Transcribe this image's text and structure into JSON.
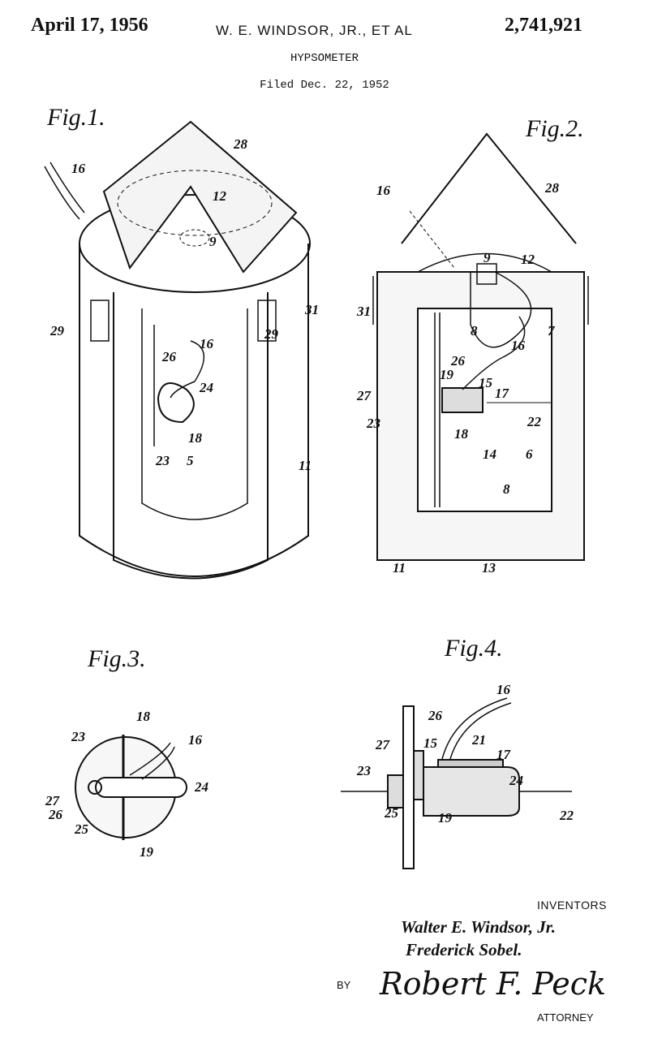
{
  "header": {
    "date": "April 17, 1956",
    "inventors": "W. E. WINDSOR, JR., ET AL",
    "patent_number": "2,741,921",
    "title": "HYPSOMETER",
    "filed": "Filed Dec. 22, 1952"
  },
  "fig1": {
    "title": "Fig.1.",
    "labels": [
      "16",
      "28",
      "12",
      "9",
      "29",
      "29",
      "31",
      "26",
      "16",
      "24",
      "18",
      "23",
      "5",
      "11"
    ]
  },
  "fig2": {
    "title": "Fig.2.",
    "labels": [
      "16",
      "28",
      "9",
      "12",
      "31",
      "8",
      "7",
      "16",
      "26",
      "27",
      "19",
      "15",
      "17",
      "23",
      "22",
      "18",
      "14",
      "6",
      "8",
      "11",
      "13"
    ]
  },
  "fig3": {
    "title": "Fig.3.",
    "labels": [
      "18",
      "23",
      "16",
      "27",
      "24",
      "26",
      "25",
      "19"
    ]
  },
  "fig4": {
    "title": "Fig.4.",
    "labels": [
      "16",
      "26",
      "27",
      "15",
      "21",
      "17",
      "23",
      "24",
      "22",
      "25",
      "19"
    ]
  },
  "footer": {
    "inventors_heading": "INVENTORS",
    "inventor_1": "Walter E. Windsor, Jr.",
    "inventor_2": "Frederick Sobel.",
    "by": "BY",
    "signature": "Robert F. Peck",
    "attorney": "ATTORNEY"
  }
}
